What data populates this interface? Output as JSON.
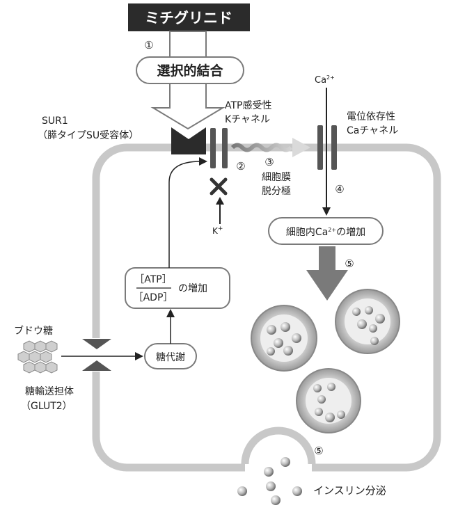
{
  "drug_name": "ミチグリニド",
  "steps": {
    "s1": "①",
    "s2": "②",
    "s3": "③",
    "s4": "④",
    "s5a": "⑤",
    "s5b": "⑤"
  },
  "labels": {
    "selective_binding": "選択的結合",
    "sur1_line1": "SUR1",
    "sur1_line2": "（膵タイプSU受容体）",
    "katp_line1": "ATP感受性",
    "katp_line2": "Kチャネル",
    "ca_channel_line1": "電位依存性",
    "ca_channel_line2": "Caチャネル",
    "depolarization_line1": "細胞膜",
    "depolarization_line2": "脱分極",
    "potassium": "K",
    "potassium_sup": "+",
    "calcium": "Ca",
    "calcium_sup": "2+",
    "intracellular_ca_a": "細胞内Ca",
    "intracellular_ca_sup": "2+",
    "intracellular_ca_b": "の増加",
    "atp": "［ATP］",
    "adp": "［ADP］",
    "ratio_increase": "の増加",
    "glucose": "ブドウ糖",
    "glucose_metabolism": "糖代謝",
    "transporter_line1": "糖輸送担体",
    "transporter_line2": "（GLUT2）",
    "insulin_secretion": "インスリン分泌"
  },
  "colors": {
    "membrane": "#c8c8c8",
    "drug_box": "#2b2b2b",
    "arrow_gray": "#7a7a7a",
    "channel": "#555555",
    "text": "#222222"
  }
}
